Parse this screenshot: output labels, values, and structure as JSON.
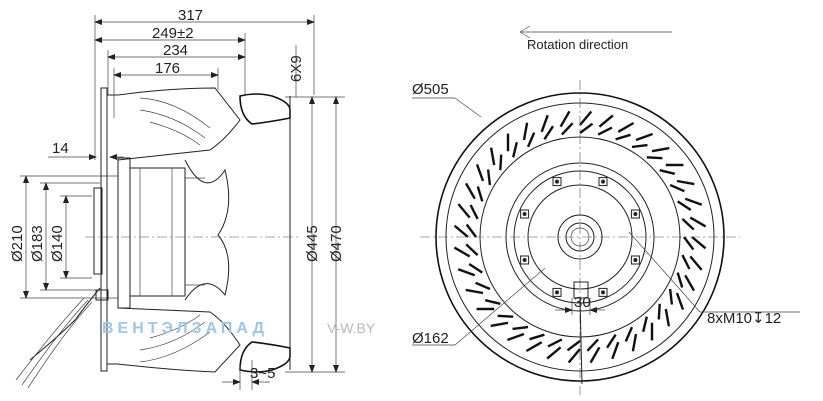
{
  "side_view": {
    "dims_horizontal": {
      "overall_length": "317",
      "blade_length": "249±2",
      "housing_length": "234",
      "motor_length": "176",
      "flange_thickness": "14",
      "gap": "3~5"
    },
    "dims_vertical": {
      "outer_dia": "Ø210",
      "mid_dia": "Ø183",
      "inner_dia": "Ø140",
      "inlet_dia": "Ø445",
      "ring_dia": "Ø470",
      "slot": "6X9"
    }
  },
  "front_view": {
    "rotation_label": "Rotation direction",
    "outer_dia": "Ø505",
    "hub_dia": "Ø162",
    "bolt_note": "8xM10↧12",
    "width_dim": "30"
  },
  "watermark": {
    "brand": "ВЕНТЭЛЗАПАД",
    "site": "V-W.BY"
  }
}
